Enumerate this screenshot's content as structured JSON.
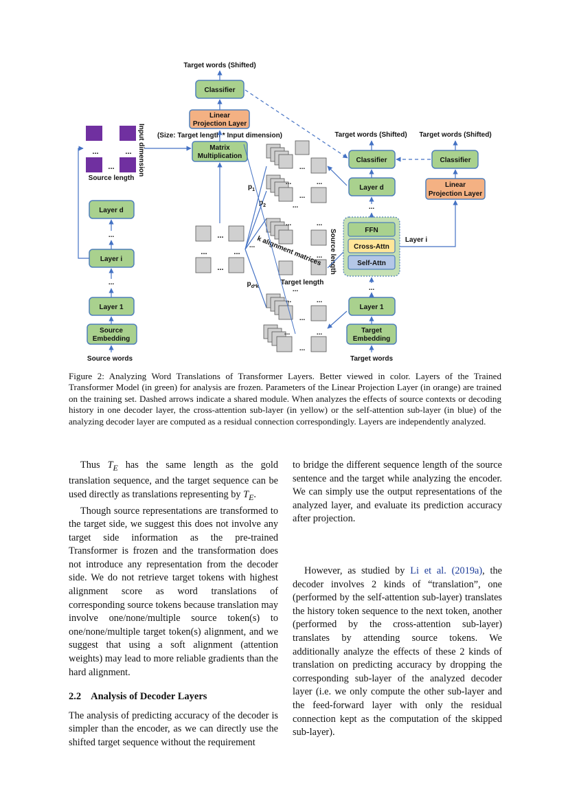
{
  "figure": {
    "labels": {
      "target_top": "Target words (Shifted)",
      "target_mid": "Target words (Shifted)",
      "target_right": "Target words (Shifted)",
      "classifier": "Classifier",
      "linear_proj": [
        "Linear",
        "Projection Layer"
      ],
      "size_note": "(Size: Target length * Input dimension)",
      "matrix_mult": [
        "Matrix",
        "Multiplication"
      ],
      "input_dimension": "Input dimension",
      "source_length_under": "Source length",
      "layer_d": "Layer d",
      "layer_i": "Layer i",
      "layer_1": "Layer 1",
      "source_embedding": [
        "Source",
        "Embedding"
      ],
      "target_embedding": [
        "Target",
        "Embedding"
      ],
      "source_words": "Source words",
      "target_words": "Target words",
      "ffn": "FFN",
      "cross_attn": "Cross-Attn",
      "self_attn": "Self-Attn",
      "layer_i_side": "Layer i",
      "source_length_side": "Source length",
      "k_alignment": "k alignment matrices",
      "target_length": "Target length",
      "p1": "p",
      "p1_sub": "1",
      "p2": "p",
      "p2_sub": "2",
      "pdk": "p",
      "pdk_sub": "d*k",
      "dots": "...",
      "vdots": "..."
    },
    "colors": {
      "green_fill": "#a9d18e",
      "green_stroke": "#4e7fba",
      "orange_fill": "#f4b183",
      "yellow_fill": "#ffe699",
      "blue_fill": "#b4c7e7",
      "purple": "#7030a0",
      "gray": "#d0d0d0",
      "arrow": "#4472c4",
      "dotted_bg": "#c5e0b4"
    }
  },
  "caption": "Figure 2: Analyzing Word Translations of Transformer Layers. Better viewed in color. Layers of the Trained Transformer Model (in green) for analysis are frozen. Parameters of the Linear Projection Layer (in orange) are trained on the training set. Dashed arrows indicate a shared module. When analyzes the effects of source contexts or decoding history in one decoder layer, the cross-attention sub-layer (in yellow) or the self-attention sub-layer (in blue) of the analyzing decoder layer are computed as a residual connection correspondingly. Layers are independently analyzed.",
  "body": {
    "left_p1_a": "Thus ",
    "left_p1_math1": "T",
    "left_p1_sub1": "E",
    "left_p1_b": " has the same length as the gold translation sequence, and the target sequence can be used directly as translations representing by ",
    "left_p1_math2": "T",
    "left_p1_sub2": "E",
    "left_p1_c": ".",
    "left_p2": "Though source representations are transformed to the target side, we suggest this does not involve any target side information as the pre-trained Transformer is frozen and the transformation does not introduce any representation from the decoder side. We do not retrieve target tokens with highest alignment score as word translations of corresponding source tokens because translation may involve one/none/multiple source token(s) to one/none/multiple target token(s) alignment, and we suggest that using a soft alignment (attention weights) may lead to more reliable gradients than the hard alignment.",
    "section_num": "2.2",
    "section_title": "Analysis of Decoder Layers",
    "left_p3": "The analysis of predicting accuracy of the decoder is simpler than the encoder, as we can directly use the shifted target sequence without the requirement",
    "right_p1": "to bridge the different sequence length of the source sentence and the target while analyzing the encoder. We can simply use the output representations of the analyzed layer, and evaluate its prediction accuracy after projection.",
    "right_p2_a": "However, as studied by ",
    "right_p2_cite": "Li et al. (2019a)",
    "right_p2_b": ", the decoder involves 2 kinds of “translation”, one (performed by the self-attention sub-layer) translates the history token sequence to the next token, another (performed by the cross-attention sub-layer) translates by attending source tokens. We additionally analyze the effects of these 2 kinds of translation on predicting accuracy by dropping the corresponding sub-layer of the analyzed decoder layer (i.e. we only compute the other sub-layer and the feed-forward layer with only the residual connection kept as the computation of the skipped sub-layer)."
  }
}
